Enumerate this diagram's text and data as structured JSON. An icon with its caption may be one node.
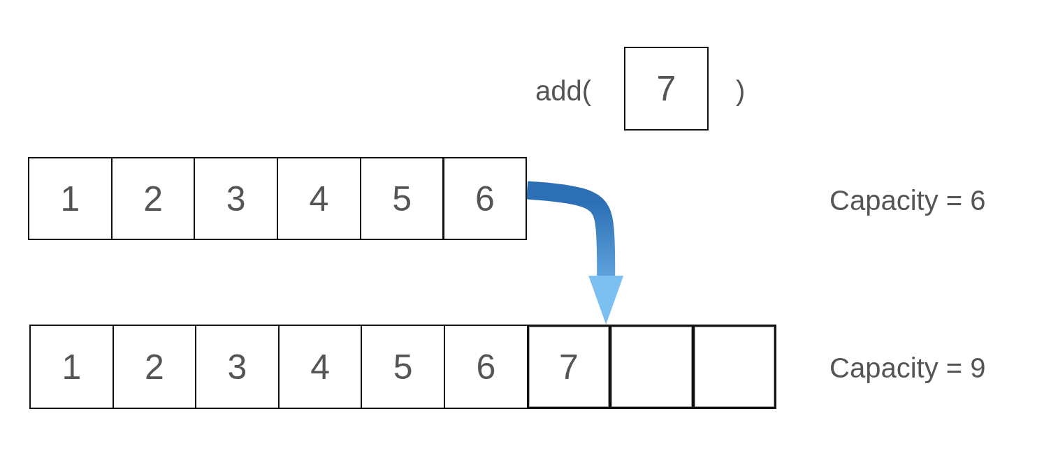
{
  "diagram": {
    "nodes": [
      {
        "text": [
          "7"
        ]
      },
      {
        "text": [
          "1"
        ]
      },
      {
        "text": [
          "2"
        ]
      },
      {
        "text": [
          "3"
        ]
      },
      {
        "text": [
          "4"
        ]
      },
      {
        "text": [
          "5"
        ]
      },
      {
        "text": [
          "6"
        ]
      },
      {
        "text": [
          "1"
        ]
      },
      {
        "text": [
          "2"
        ]
      },
      {
        "text": [
          "3"
        ]
      },
      {
        "text": [
          "4"
        ]
      },
      {
        "text": [
          "5"
        ]
      },
      {
        "text": [
          "6"
        ]
      },
      {
        "text": [
          "7"
        ]
      },
      {
        "text": [],
        "shape": "box"
      },
      {
        "text": [],
        "shape": "box"
      }
    ],
    "edges": [
      {
        "from": 6,
        "to": 13,
        "arrow": "to",
        "style": "thick",
        "color": "#2c6fb5"
      }
    ],
    "labels": [
      "add(",
      ")",
      "Capacity = 6",
      "Capacity = 9"
    ]
  }
}
